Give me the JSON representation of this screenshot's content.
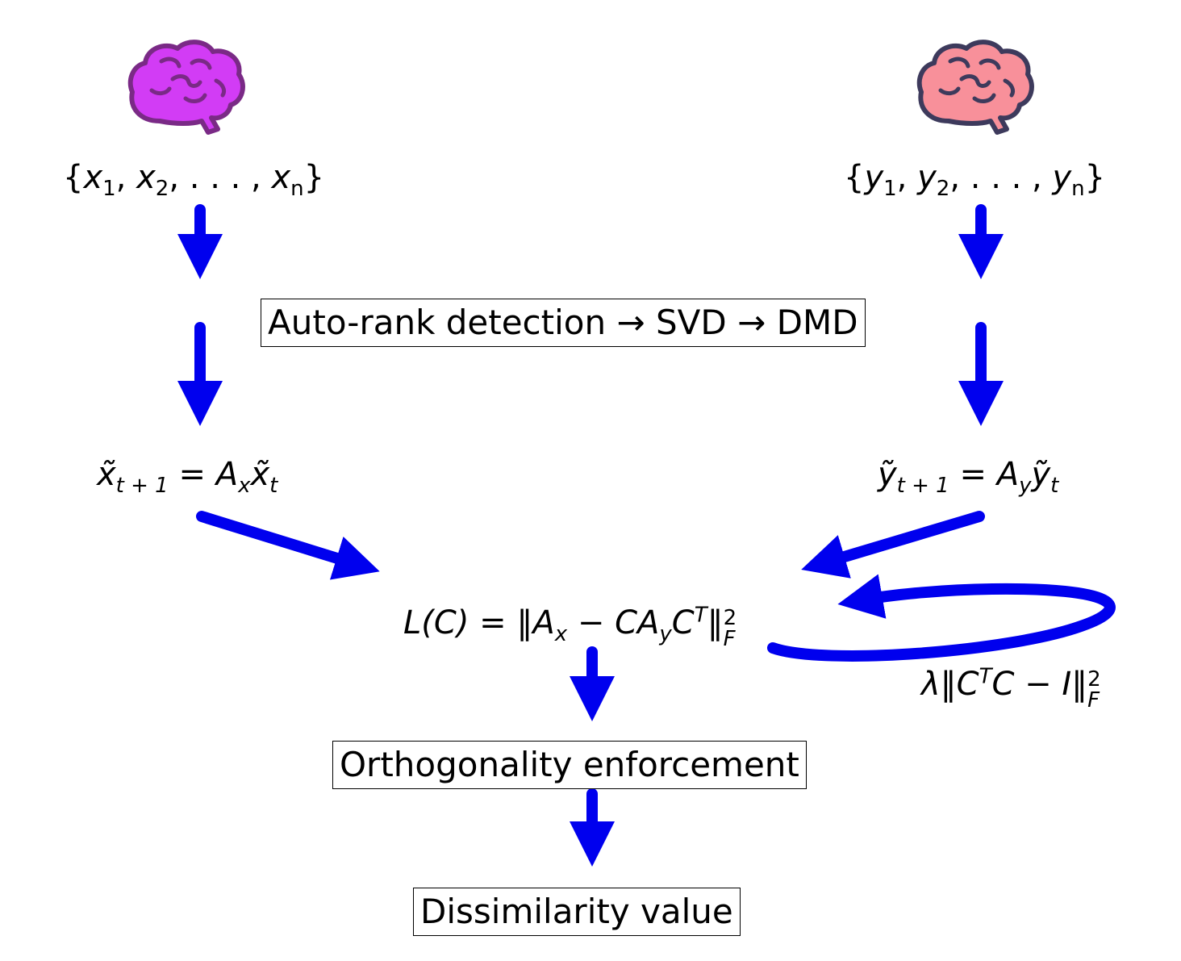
{
  "left_set": {
    "open": "{",
    "items": [
      {
        "v": "x",
        "s": "1"
      },
      {
        "v": "x",
        "s": "2"
      }
    ],
    "dots": ". . . ,",
    "last": {
      "v": "x",
      "s": "n"
    },
    "close": "}"
  },
  "right_set": {
    "open": "{",
    "items": [
      {
        "v": "y",
        "s": "1"
      },
      {
        "v": "y",
        "s": "2"
      }
    ],
    "dots": ". . . ,",
    "last": {
      "v": "y",
      "s": "n"
    },
    "close": "}"
  },
  "pipeline_box": "Auto-rank detection → SVD → DMD",
  "left_dynamics": {
    "lhs": "x̃",
    "lhs_sub": "t + 1",
    "eq": "=",
    "A": "A",
    "A_sub": "x",
    "rhs": "x̃",
    "rhs_sub": "t"
  },
  "right_dynamics": {
    "lhs": "ỹ",
    "lhs_sub": "t + 1",
    "eq": "=",
    "A": "A",
    "A_sub": "y",
    "rhs": "ỹ",
    "rhs_sub": "t"
  },
  "loss": {
    "lhs": "L(C) = ‖",
    "A": "A",
    "A_sub": "x",
    "minus": " − ",
    "C": "CA",
    "Ay_sub": "y",
    "CT": "C",
    "T": "T",
    "norm": "‖",
    "sup": "2",
    "sub": "F"
  },
  "regularizer": {
    "lambda": "λ‖",
    "C": "C",
    "T": "T",
    "rest": "C − I‖",
    "sup": "2",
    "sub": "F"
  },
  "orthogonality_box": "Orthogonality enforcement",
  "output_box": "Dissimilarity value",
  "colors": {
    "arrow": "#0000ee",
    "brain_left": "#d23cf5",
    "brain_left_outline": "#7a2a86",
    "brain_right": "#f8909a",
    "brain_right_outline": "#3d3a5c"
  },
  "icons": [
    "brain-icon",
    "brain-icon"
  ]
}
